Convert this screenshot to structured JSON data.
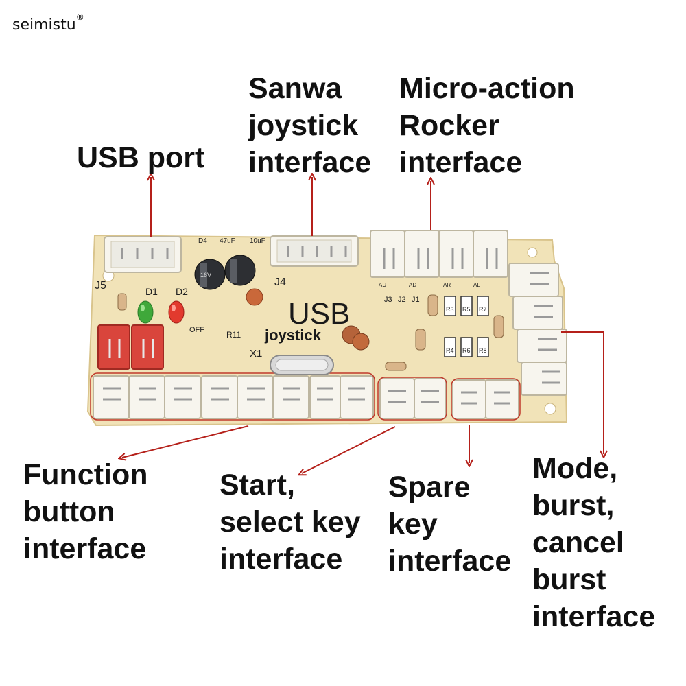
{
  "brand": {
    "name": "seimistu",
    "mark": "®"
  },
  "board": {
    "title": "USB",
    "subtitle": "joystick",
    "silkscreen": [
      "J5",
      "D4",
      "47uF",
      "10uF",
      "J4",
      "D1",
      "D2",
      "R11",
      "X1",
      "OFF",
      "16V",
      "J3",
      "J2",
      "J1",
      "AU",
      "AD",
      "AR",
      "AL",
      "R3",
      "R5",
      "R7",
      "R4",
      "R6",
      "R8"
    ]
  },
  "callouts": {
    "usb_port": [
      "USB port"
    ],
    "sanwa": [
      "Sanwa",
      "joystick",
      "interface"
    ],
    "micro": [
      "Micro-action",
      "Rocker",
      "interface"
    ],
    "function": [
      "Function",
      "button",
      "interface"
    ],
    "start": [
      "Start,",
      "select key",
      "interface"
    ],
    "spare": [
      "Spare",
      "key",
      "interface"
    ],
    "mode": [
      "Mode,",
      "burst,",
      "cancel",
      "burst",
      "interface"
    ]
  },
  "colors": {
    "pcb": "#f1e3b8",
    "pcb_edge": "#d9c48c",
    "connector": "#f7f5ee",
    "red_connector": "#d9453c",
    "arrow": "#b5201a",
    "highlight": "#c0392b",
    "text": "#111111"
  }
}
